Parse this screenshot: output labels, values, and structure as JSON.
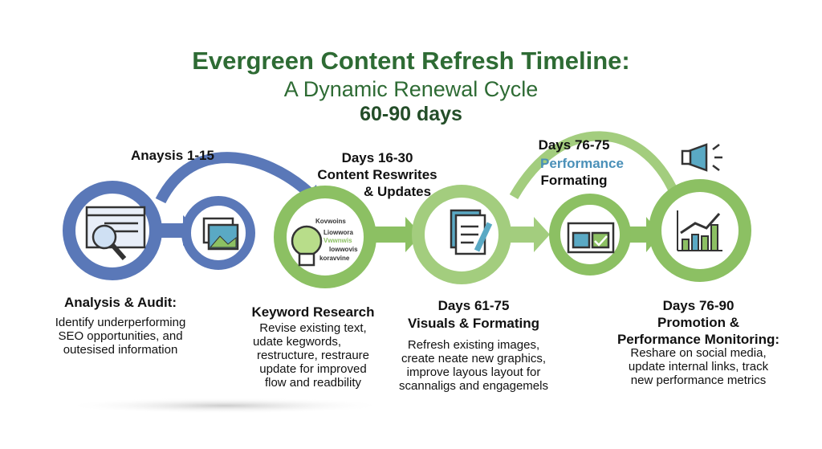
{
  "title": {
    "line1": "Evergreen Content Refresh Timeline:",
    "line2": "A Dynamic Renewal Cycle",
    "line3": "60-90 days"
  },
  "top_labels": {
    "analysis": "Anaysis 1-15",
    "content_days": "Days 16-30",
    "content_title1": "Content Reswrites",
    "content_title2": "& Updates",
    "perf_days": "Days 76-75",
    "perf_word": "Performance",
    "perf_formatting": "Formating"
  },
  "steps": [
    {
      "heading": [
        "Analysis & Audit:"
      ],
      "desc": [
        "Identify underperforming",
        "SEO opportunities, and",
        "outesised information"
      ]
    },
    {
      "heading": [
        "Keyword Research"
      ],
      "desc": [
        "Revise existing text,",
        "udate kegwords,",
        "restructure, restraure",
        "update for improved",
        "flow and readbility"
      ]
    },
    {
      "heading": [
        "Days 61-75",
        "Visuals & Formating"
      ],
      "desc": [
        "Refresh existing images,",
        "create neate new graphics,",
        "improve layous layout for",
        "scannaligs and engagemels"
      ]
    },
    {
      "heading": [
        "Days 76-90",
        "Promotion &",
        "Performance Monitoring:"
      ],
      "desc": [
        "Reshare on social media,",
        "update internal links, track",
        "new performance metrics"
      ]
    }
  ],
  "keyword_cloud": [
    "Kovwoins",
    "Liowwora",
    "Vwwnwis",
    "lowwovis",
    "koravvine"
  ],
  "icons": [
    "magnifier-document-icon",
    "image-icon",
    "lightbulb-icon",
    "document-pen-icon",
    "layout-check-icon",
    "growth-chart-icon",
    "megaphone-icon"
  ],
  "colors": {
    "title_green": "#2e6b34",
    "blue": "#5a78b8",
    "green": "#8cc063",
    "teal": "#5aa9c4"
  }
}
